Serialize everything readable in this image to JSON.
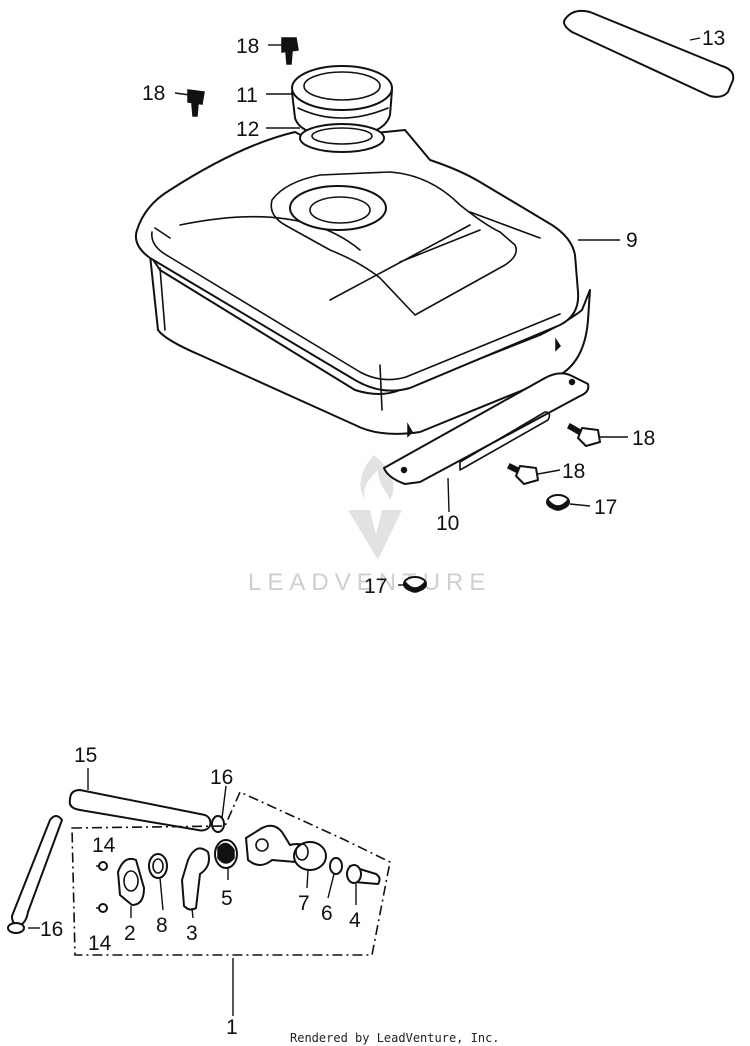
{
  "callouts": {
    "c18a": "18",
    "c18b": "18",
    "c18c": "18",
    "c18d": "18",
    "c11": "11",
    "c12": "12",
    "c13": "13",
    "c9": "9",
    "c10": "10",
    "c17a": "17",
    "c17b": "17",
    "c15": "15",
    "c16a": "16",
    "c16b": "16",
    "c14a": "14",
    "c14b": "14",
    "c2": "2",
    "c8": "8",
    "c3": "3",
    "c5": "5",
    "c7": "7",
    "c6": "6",
    "c4": "4",
    "c1": "1"
  },
  "watermark": {
    "text": "LEADVENTURE"
  },
  "footer": {
    "text": "Rendered by LeadVenture, Inc."
  },
  "icons": {
    "watermark_logo": "flame-v-logo-icon"
  }
}
